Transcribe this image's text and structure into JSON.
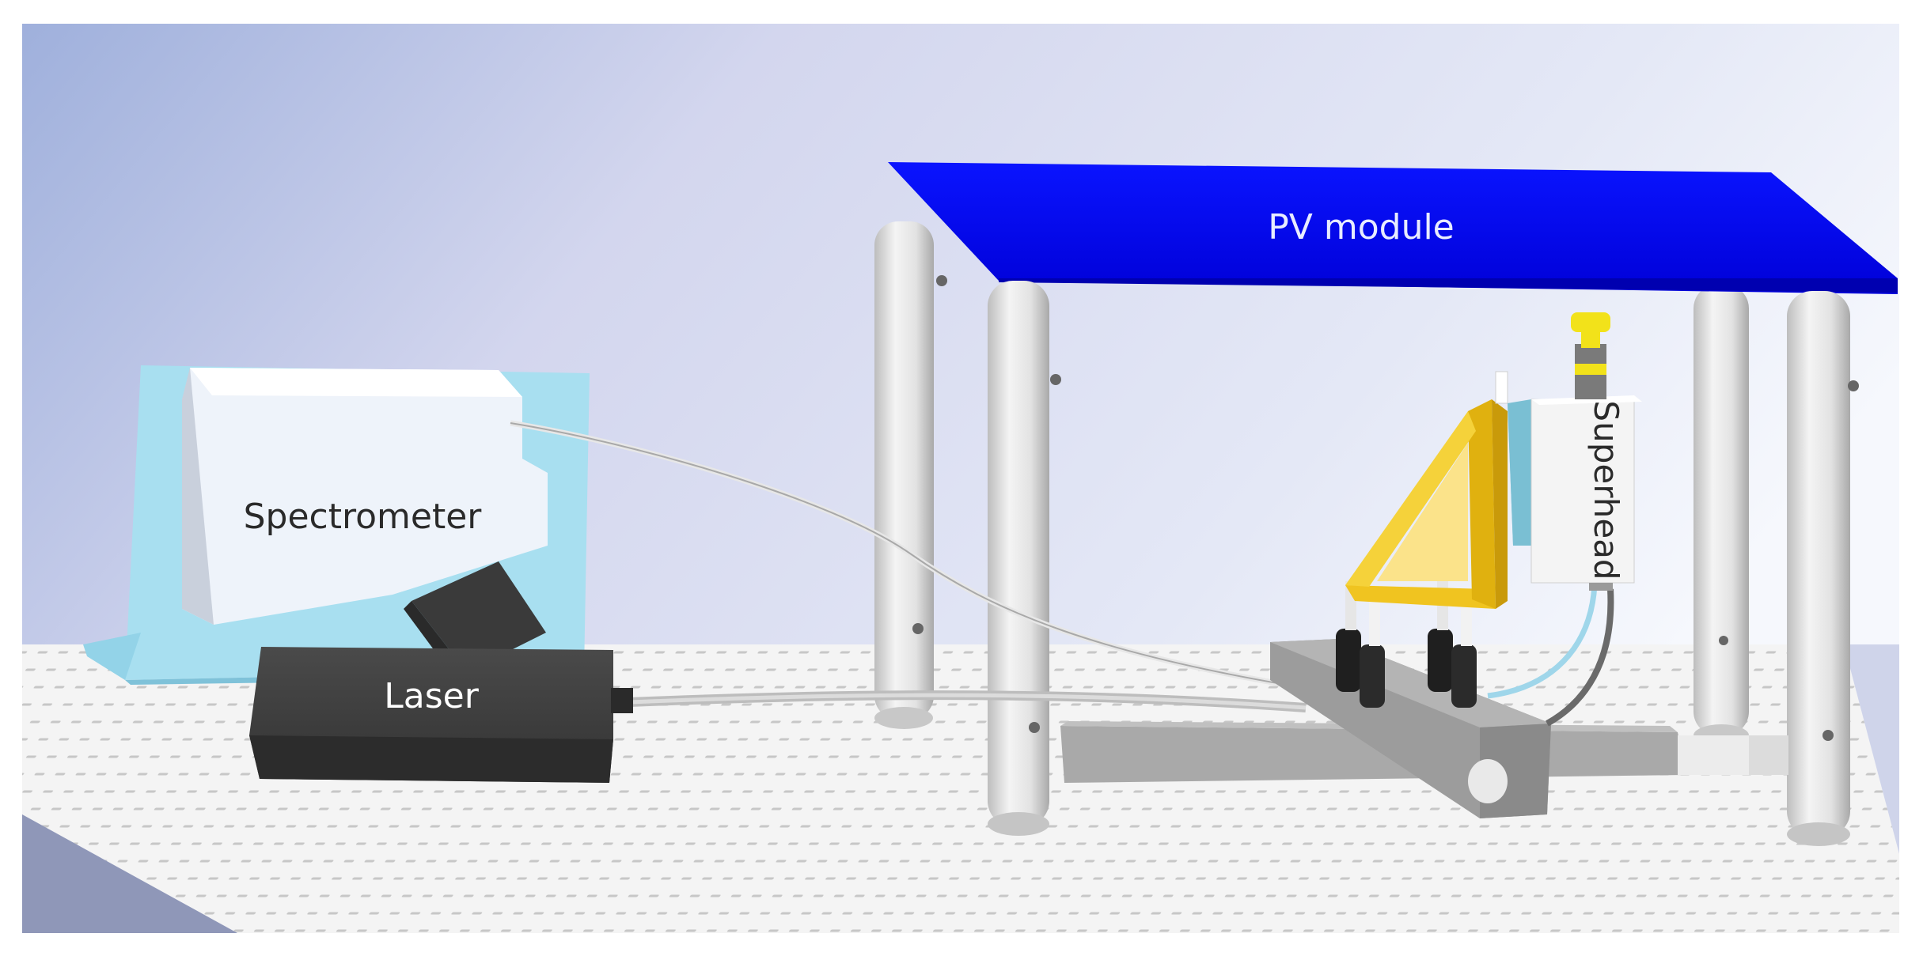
{
  "labels": {
    "pv_module": "PV module",
    "spectrometer": "Spectrometer",
    "laser": "Laser",
    "superhead": "Superhead"
  },
  "colors": {
    "pv_module": "#0000ee",
    "table": "#f2f2f2",
    "spectrometer_body": "#eef3fa",
    "spectrometer_stand": "#a8dff0",
    "laser_body": "#3c3c3c",
    "mirror_mount": "#f0c420",
    "superhead_knob": "#f2e21a",
    "post": "#e6e6e6",
    "rail": "#a9a9a9"
  }
}
